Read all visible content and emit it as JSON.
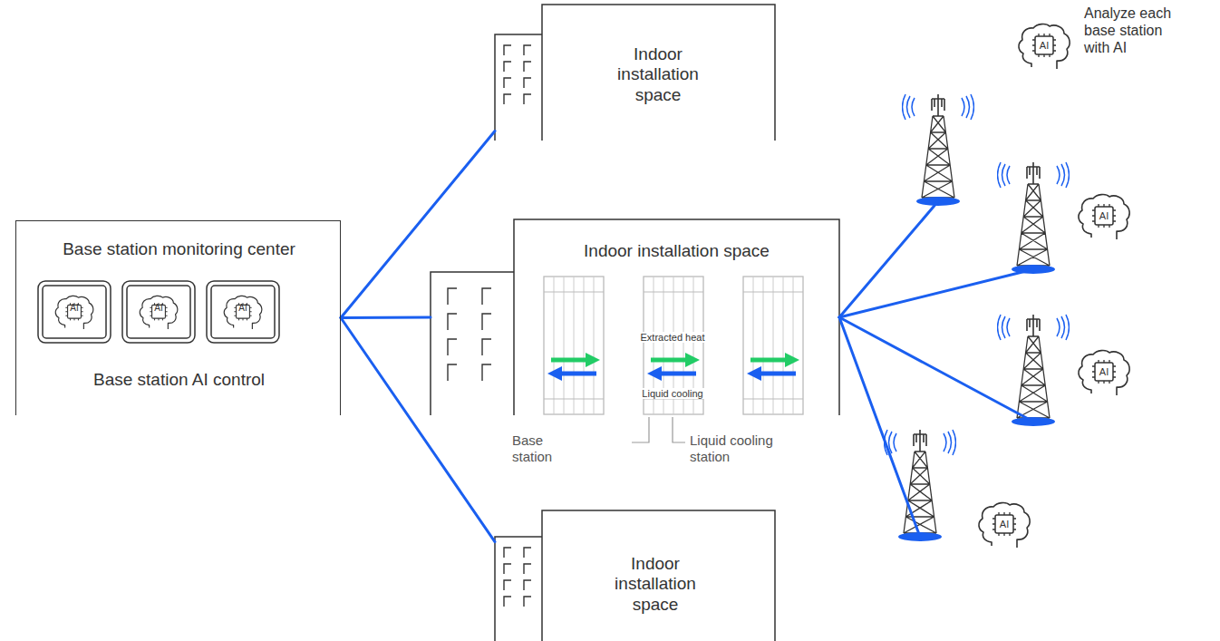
{
  "diagram": {
    "nodes": [
      {
        "text": [
          "Base station monitoring center",
          "Base station AI control"
        ]
      },
      {
        "text": [
          "Indoor installation space"
        ]
      },
      {
        "text": [
          "Indoor installation space"
        ]
      },
      {
        "text": [
          "Indoor installation space"
        ]
      },
      {
        "text": [
          "AI"
        ]
      },
      {
        "text": [
          "AI"
        ]
      },
      {
        "text": [
          "AI"
        ]
      },
      {
        "text": [
          "AI"
        ]
      }
    ],
    "edges": [
      {
        "from": 0,
        "to": 1,
        "arrow": "none"
      },
      {
        "from": 0,
        "to": 2,
        "arrow": "none"
      },
      {
        "from": 0,
        "to": 3,
        "arrow": "none"
      },
      {
        "from": 2,
        "to": 4,
        "arrow": "none"
      },
      {
        "from": 2,
        "to": 5,
        "arrow": "none"
      },
      {
        "from": 2,
        "to": 6,
        "arrow": "none"
      },
      {
        "from": 2,
        "to": 7,
        "arrow": "none"
      }
    ],
    "labels": [
      "AI",
      "AI",
      "AI",
      "Analyze each base station with AI",
      "Extracted heat",
      "Liquid cooling",
      "Base station",
      "Liquid cooling station"
    ]
  }
}
